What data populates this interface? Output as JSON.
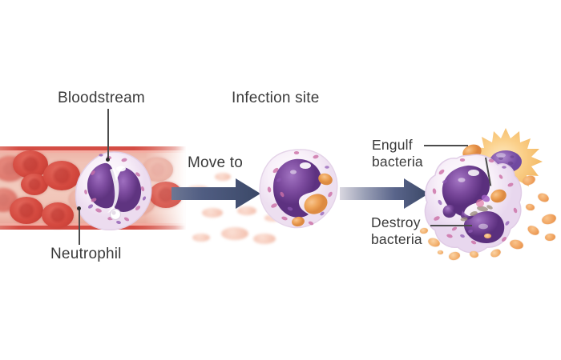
{
  "figure": {
    "domain": "diagram",
    "background_color": "#ffffff",
    "text_color": "#3a3a3a",
    "arrow_color": "#45527a"
  },
  "titles": {
    "bloodstream": "Bloodstream",
    "infection_site": "Infection site"
  },
  "labels": {
    "neutrophil": "Neutrophil",
    "move_to": "Move to",
    "engulf_bacteria": "Engulf\nbacteria",
    "destroy_bacteria": "Destroy\nbacteria"
  },
  "stages": [
    {
      "id": "stage-bloodstream",
      "name": "neutrophil-in-bloodstream",
      "caption": "Bloodstream",
      "callouts": [
        "Bloodstream",
        "Neutrophil"
      ]
    },
    {
      "id": "stage-infection-site",
      "name": "neutrophil-at-infection-site",
      "caption": "Infection site",
      "callouts": []
    },
    {
      "id": "stage-phagocytosis",
      "name": "neutrophil-engulfing-and-destroying-bacteria",
      "caption": "",
      "callouts": [
        "Engulf bacteria",
        "Destroy bacteria"
      ]
    }
  ],
  "connectors": [
    {
      "name": "arrow-move-to",
      "label": "Move to",
      "from": "stage-bloodstream",
      "to": "stage-infection-site"
    },
    {
      "name": "arrow-phagocytosis",
      "label": "",
      "from": "stage-infection-site",
      "to": "stage-phagocytosis"
    }
  ],
  "colors": {
    "vessel_wall": "#d34840",
    "red_blood_cell": "#d4493f",
    "plasma_membrane": "#f3e9f6",
    "nucleus_purple": "#7c4b9e",
    "bacteria_orange": "#efa05c",
    "burst_yellow": "#fbd08a",
    "label_text": "#3a3a3a",
    "leader_line": "#4c4c4c"
  }
}
